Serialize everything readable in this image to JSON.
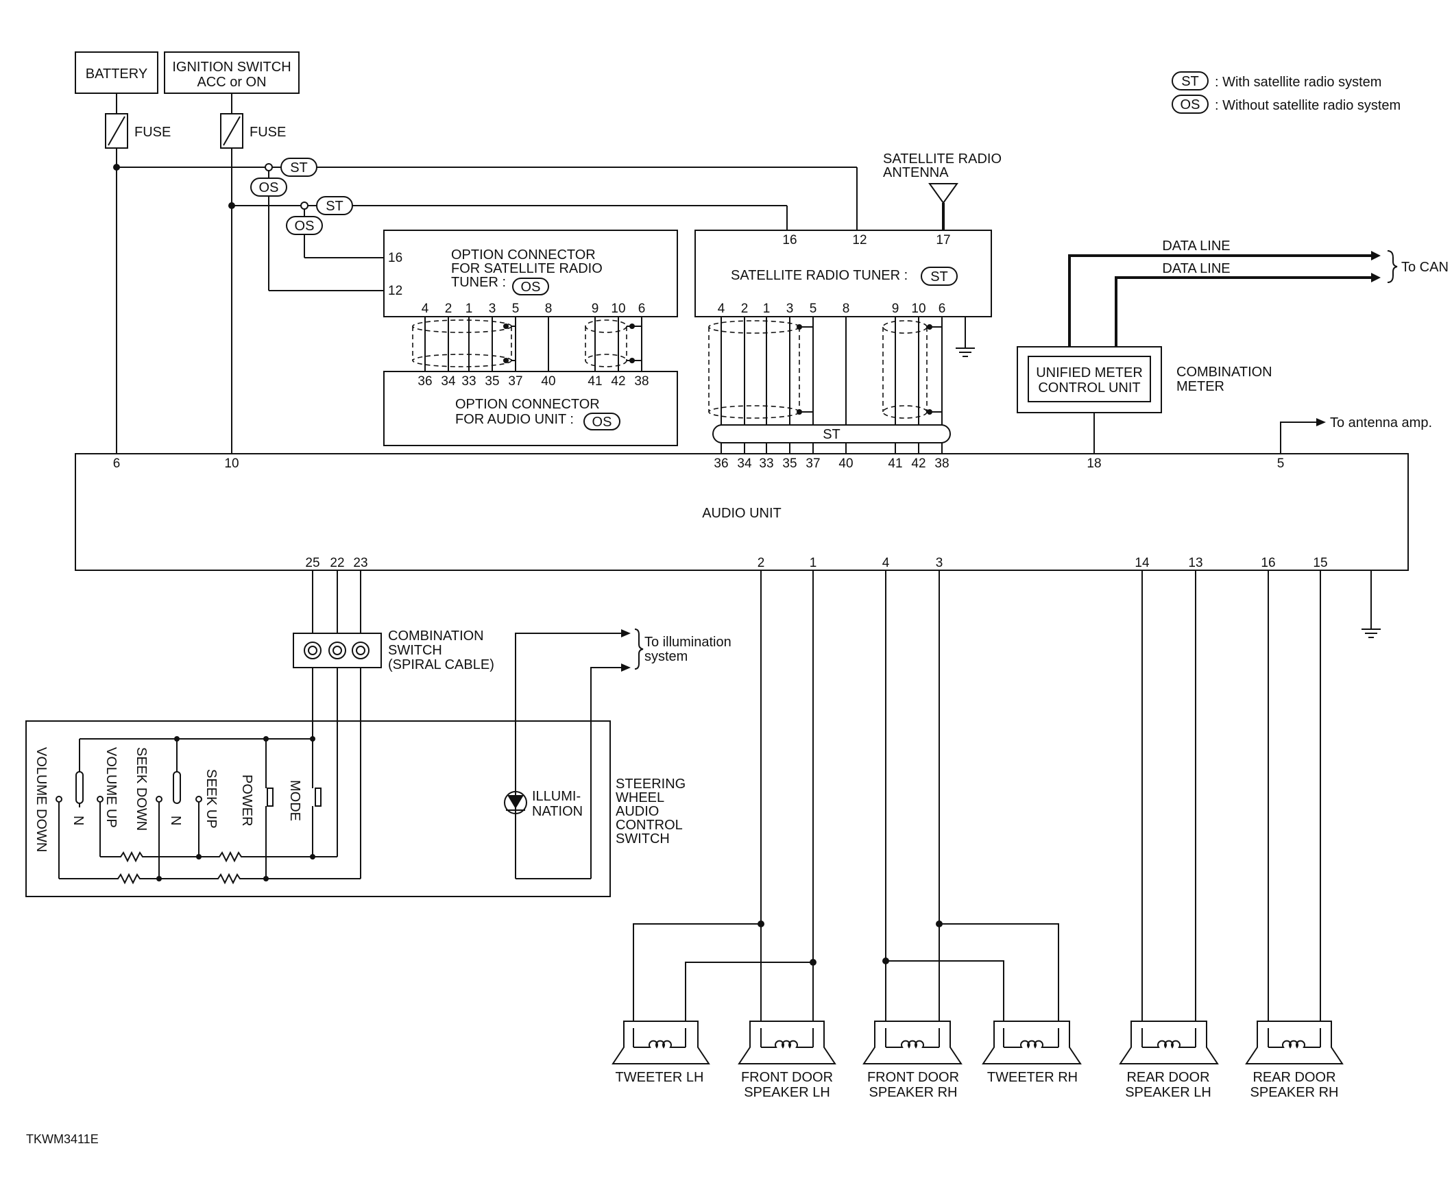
{
  "legend": {
    "st_tag": "ST",
    "st_text": ": With satellite radio system",
    "os_tag": "OS",
    "os_text": ": Without satellite radio system"
  },
  "tags": {
    "st": "ST",
    "os": "OS"
  },
  "power": {
    "battery": "BATTERY",
    "ignition_line1": "IGNITION SWITCH",
    "ignition_line2": "ACC or ON",
    "fuse": "FUSE"
  },
  "antenna": {
    "line1": "SATELLITE RADIO",
    "line2": "ANTENNA"
  },
  "option_tuner": {
    "line1": "OPTION CONNECTOR",
    "line2": "FOR SATELLITE RADIO",
    "line3": "TUNER :",
    "side_pins": [
      "16",
      "12"
    ],
    "top_pins": [
      "4",
      "2",
      "1",
      "3",
      "5",
      "8",
      "9",
      "10",
      "6"
    ]
  },
  "option_audio": {
    "line1": "OPTION CONNECTOR",
    "line2": "FOR AUDIO UNIT :",
    "pins": [
      "36",
      "34",
      "33",
      "35",
      "37",
      "40",
      "41",
      "42",
      "38"
    ]
  },
  "sat_tuner": {
    "label": "SATELLITE RADIO TUNER :",
    "top_pins": [
      "16",
      "12",
      "17"
    ],
    "bottom_pins": [
      "4",
      "2",
      "1",
      "3",
      "5",
      "8",
      "9",
      "10",
      "6"
    ],
    "bus_label": "ST"
  },
  "audio_unit": {
    "label": "AUDIO UNIT",
    "top_pins": [
      "6",
      "10",
      "36",
      "34",
      "33",
      "35",
      "37",
      "40",
      "41",
      "42",
      "38",
      "18",
      "5"
    ],
    "bottom_pins": [
      "25",
      "22",
      "23",
      "2",
      "1",
      "4",
      "3",
      "14",
      "13",
      "16",
      "15"
    ]
  },
  "combination_meter": {
    "inner_line1": "UNIFIED METER",
    "inner_line2": "CONTROL UNIT",
    "outer_line1": "COMBINATION",
    "outer_line2": "METER",
    "data_line": "DATA LINE",
    "to_can": "To CAN system"
  },
  "to_antenna_amp": "To antenna amp.",
  "spiral": {
    "line1": "COMBINATION",
    "line2": "SWITCH",
    "line3": "(SPIRAL CABLE)"
  },
  "illumination": {
    "to_line1": "To illumination",
    "to_line2": "system",
    "lamp_line1": "ILLUMI-",
    "lamp_line2": "NATION"
  },
  "steering_switch": {
    "line1": "STEERING",
    "line2": "WHEEL",
    "line3": "AUDIO",
    "line4": "CONTROL",
    "line5": "SWITCH",
    "volume_down": "VOLUME DOWN",
    "volume_up": "VOLUME UP",
    "seek_down": "SEEK DOWN",
    "seek_up": "SEEK UP",
    "power": "POWER",
    "mode": "MODE",
    "n": "N"
  },
  "speakers": {
    "tweeter_lh": "TWEETER LH",
    "front_lh_line1": "FRONT DOOR",
    "front_lh_line2": "SPEAKER LH",
    "front_rh_line1": "FRONT DOOR",
    "front_rh_line2": "SPEAKER RH",
    "tweeter_rh": "TWEETER RH",
    "rear_lh_line1": "REAR DOOR",
    "rear_lh_line2": "SPEAKER LH",
    "rear_rh_line1": "REAR DOOR",
    "rear_rh_line2": "SPEAKER RH"
  },
  "figure_id": "TKWM3411E"
}
